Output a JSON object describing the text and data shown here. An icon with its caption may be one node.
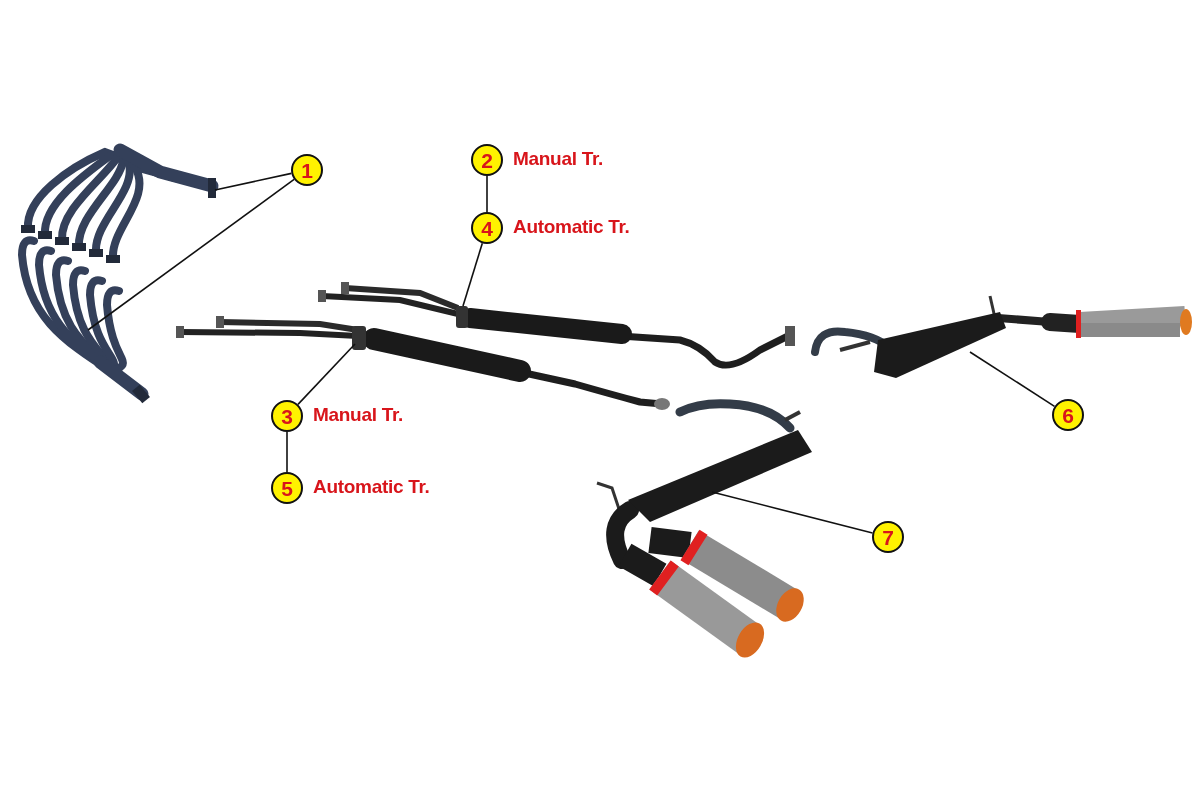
{
  "diagram": {
    "nodes": [
      {
        "text": [
          "1"
        ]
      },
      {
        "text": [
          "2"
        ],
        "beside": [
          "Manual Tr."
        ]
      },
      {
        "text": [
          "4"
        ],
        "beside": [
          "Automatic Tr."
        ]
      },
      {
        "text": [
          "3"
        ],
        "beside": [
          "Manual Tr."
        ]
      },
      {
        "text": [
          "5"
        ],
        "beside": [
          "Automatic Tr."
        ]
      },
      {
        "text": [
          "6"
        ]
      },
      {
        "text": [
          "7"
        ]
      },
      {
        "text": [],
        "shape": "picture"
      },
      {
        "text": [],
        "shape": "picture"
      },
      {
        "text": [],
        "shape": "picture"
      },
      {
        "text": [],
        "shape": "picture"
      },
      {
        "text": [],
        "shape": "picture"
      },
      {
        "text": [],
        "shape": "picture"
      }
    ],
    "edges": [
      {
        "from": 0,
        "to": 7,
        "arrow": "none"
      },
      {
        "from": 0,
        "to": 8,
        "arrow": "none"
      },
      {
        "from": 1,
        "to": 2,
        "arrow": "none"
      },
      {
        "from": 2,
        "to": 9,
        "arrow": "none"
      },
      {
        "from": 3,
        "to": 10,
        "arrow": "none"
      },
      {
        "from": 3,
        "to": 4,
        "arrow": "none"
      },
      {
        "from": 5,
        "to": 11,
        "arrow": "none"
      },
      {
        "from": 6,
        "to": 12,
        "arrow": "none"
      }
    ]
  }
}
